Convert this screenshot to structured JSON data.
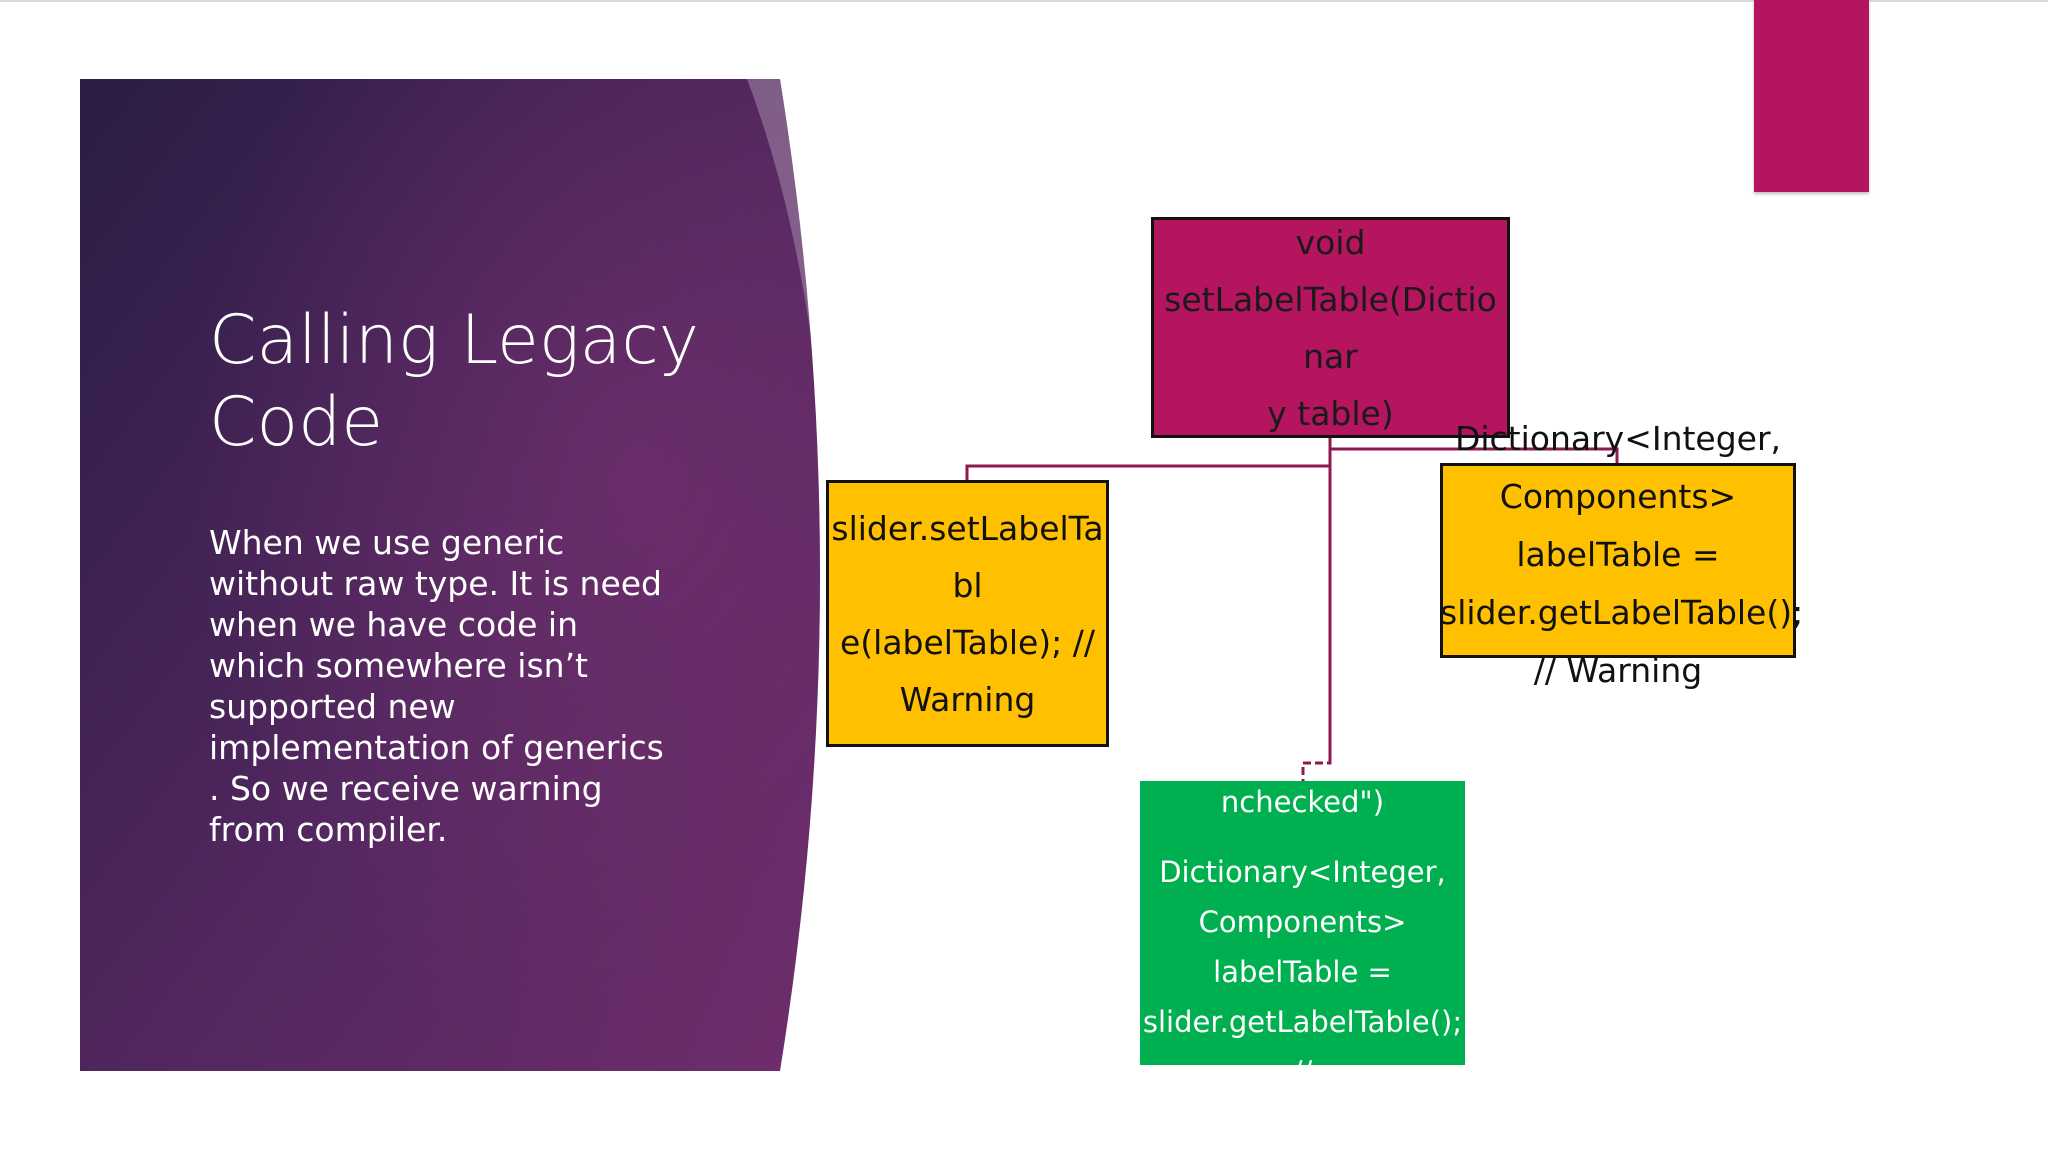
{
  "slide": {
    "title": "Calling Legacy Code",
    "body": "When we use generic without raw type. It is need when we have code in which somewhere  isn’t supported new implementation of generics . So we receive warning from compiler."
  },
  "colors": {
    "accent_tab": "#b5155f",
    "panel_dark": "#2b1e45",
    "panel_mid": "#6b2d6a",
    "root_box": "#b5155f",
    "child_box": "#ffc000",
    "bottom_box": "#00b050",
    "connector": "#8b1a4f"
  },
  "diagram": {
    "root": {
      "lines": [
        "void",
        "setLabelTable(Dictionar",
        "y table)"
      ]
    },
    "left": {
      "lines": [
        "slider.setLabelTabl",
        "e(labelTable); //",
        "Warning"
      ]
    },
    "right": {
      "lines": [
        "Dictionary<Integer,",
        "Components>",
        "labelTable =",
        "slider.getLabelTable();",
        "// Warning"
      ]
    },
    "bottom": {
      "lines": [
        "nchecked\")",
        "",
        "Dictionary<Integer,",
        "Components>",
        "labelTable =",
        "slider.getLabelTable(); //"
      ]
    }
  }
}
